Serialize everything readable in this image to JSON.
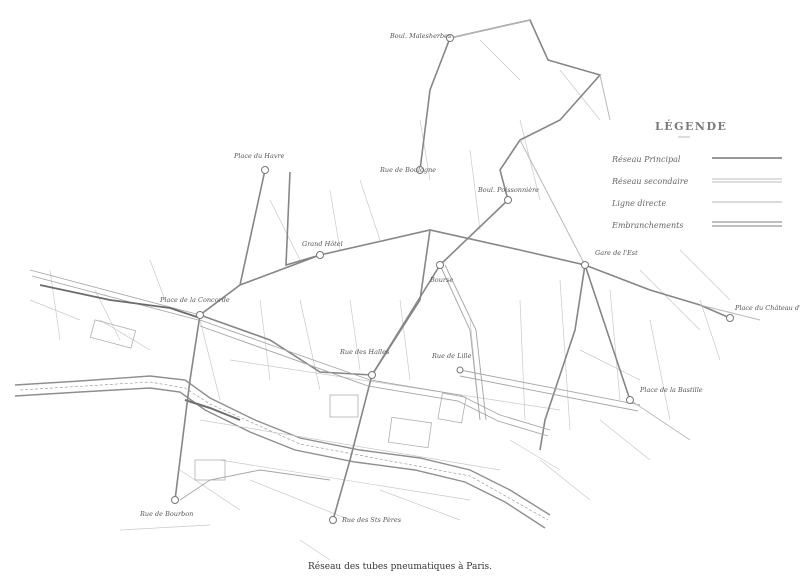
{
  "caption": "Réseau des tubes pneumatiques à Paris.",
  "legend": {
    "title": "LÉGENDE",
    "items": [
      {
        "label": "Réseau Principal",
        "color": "#8a8a8a",
        "style": "solid-thick"
      },
      {
        "label": "Réseau secondaire",
        "color": "#a8a8a8",
        "style": "double"
      },
      {
        "label": "Ligne directe",
        "color": "#b5b5b5",
        "style": "solid"
      },
      {
        "label": "Embranchements",
        "color": "#9a9a9a",
        "style": "double-thick"
      }
    ]
  },
  "stations": [
    {
      "label": "Boul. Malesherbes"
    },
    {
      "label": "Place du Havre"
    },
    {
      "label": "Rue de Boulogne"
    },
    {
      "label": "Grand Hôtel"
    },
    {
      "label": "Boul. Poissonnière"
    },
    {
      "label": "Gare de l'Est"
    },
    {
      "label": "Place de la Concorde"
    },
    {
      "label": "Place du Château d'Eau"
    },
    {
      "label": "Rue des Halles"
    },
    {
      "label": "Rue de Bourbon"
    },
    {
      "label": "Rue des Sts Pères"
    },
    {
      "label": "Place de la Bastille"
    },
    {
      "label": "Rue de Lille"
    },
    {
      "label": "Bourse"
    }
  ],
  "colors": {
    "ink": "#8c8c8c",
    "light_ink": "#b8b8b8",
    "paper": "#ffffff"
  }
}
